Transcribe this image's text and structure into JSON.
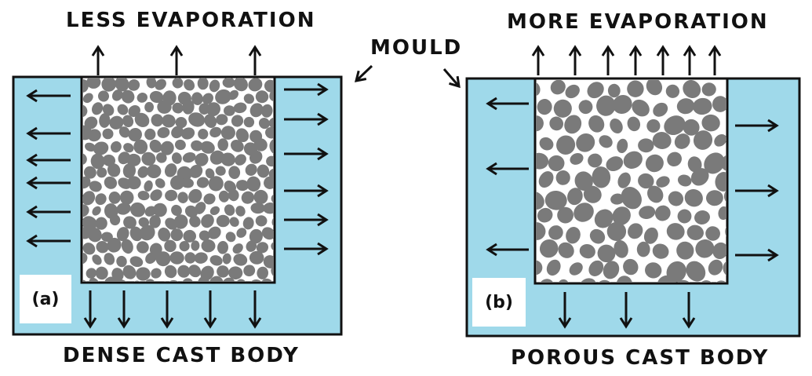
{
  "colors": {
    "mould_fill": "#9fd9ea",
    "particle": "#7a7a7a",
    "outline": "#111111",
    "arrow": "#111111",
    "label_bg": "#ffffff"
  },
  "panel_a": {
    "title": "LESS EVAPORATION",
    "caption": "DENSE CAST BODY",
    "tag": "(a)"
  },
  "panel_b": {
    "title": "MORE EVAPORATION",
    "caption": "POROUS CAST BODY",
    "tag": "(b)"
  },
  "mould_label": "MOULD"
}
